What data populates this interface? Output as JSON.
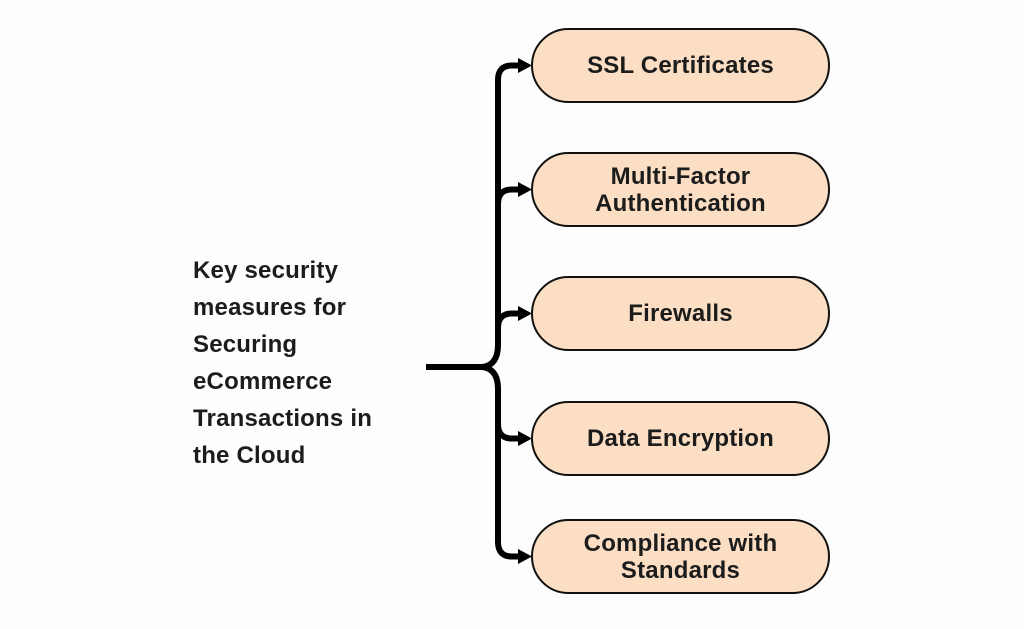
{
  "title": {
    "lines": [
      "Key security",
      "measures for",
      "Securing",
      "eCommerce",
      "Transactions in",
      "the Cloud"
    ]
  },
  "nodes": [
    {
      "label": "SSL Certificates"
    },
    {
      "label": "Multi-Factor Authentication"
    },
    {
      "label": "Firewalls"
    },
    {
      "label": "Data Encryption"
    },
    {
      "label": "Compliance with Standards"
    }
  ],
  "colors": {
    "background": "#FDFDFD",
    "node_fill": "#FBDEC3",
    "node_border": "#111111",
    "text": "#1C1C1C",
    "connector": "#000000"
  }
}
